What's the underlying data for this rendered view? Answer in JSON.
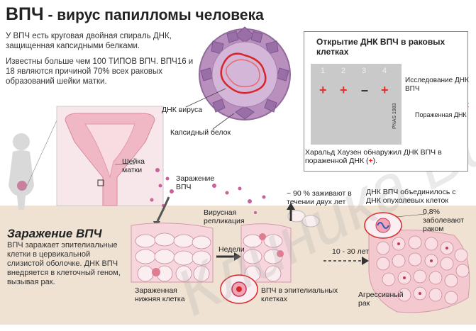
{
  "title": {
    "main": "ВПЧ",
    "subtitle": "- вирус папилломы человека"
  },
  "intro": {
    "para1": "У ВПЧ есть круговая двойная спираль ДНК, защищенная капсидными белками.",
    "para2": "Известны больше чем 100 ТИПОВ ВПЧ. ВПЧ16 и 18 являются причиной 70% всех раковых образований шейки матки."
  },
  "virus_labels": {
    "dna": "ДНК вируса",
    "capsid": "Капсидный белок"
  },
  "experiment": {
    "title": "Открытие ДНК ВПЧ в раковых клетках",
    "lanes": [
      "1",
      "2",
      "3",
      "4"
    ],
    "signs": [
      "+",
      "+",
      "–",
      "+"
    ],
    "study_label": "Исследование ДНК ВПЧ",
    "damaged_label": "Пораженная ДНК",
    "side_text": "PNAS 1983",
    "caption_text": "Харальд Хаузен обнаружил ДНК ВПЧ в пораженной ДНК (",
    "caption_plus": "+",
    "caption_end": ")."
  },
  "cervix_label": "Шейка матки",
  "infection": {
    "virus_label": "Заражение ВПЧ",
    "title": "Заражение ВПЧ",
    "text": "ВПЧ заражает эпителиальные клетки в цервикальной слизистой оболочке. ДНК ВПЧ внедряется в клеточный геном, вызывая рак.",
    "infected_cell": "Зараженная нижняя клетка",
    "replication": "Вирусная репликация",
    "weeks": "Недели",
    "epithelial": "ВПЧ в эпителиальных клетках",
    "heal": "~ 90 % заживают в течении двух лет",
    "years": "10 - 30 лет",
    "merged": "ДНК ВПЧ объединилось с ДНК опухолевых клеток",
    "cancer_rate": "0,8% заболевают раком",
    "aggressive": "Агрессивный рак"
  },
  "watermark": "Клиника Витбиомед",
  "colors": {
    "accent_red": "#e0302f",
    "band": "#efe2d2",
    "cell_pink": "#f3c9cf",
    "virus_purple": "#9a6fa8"
  }
}
